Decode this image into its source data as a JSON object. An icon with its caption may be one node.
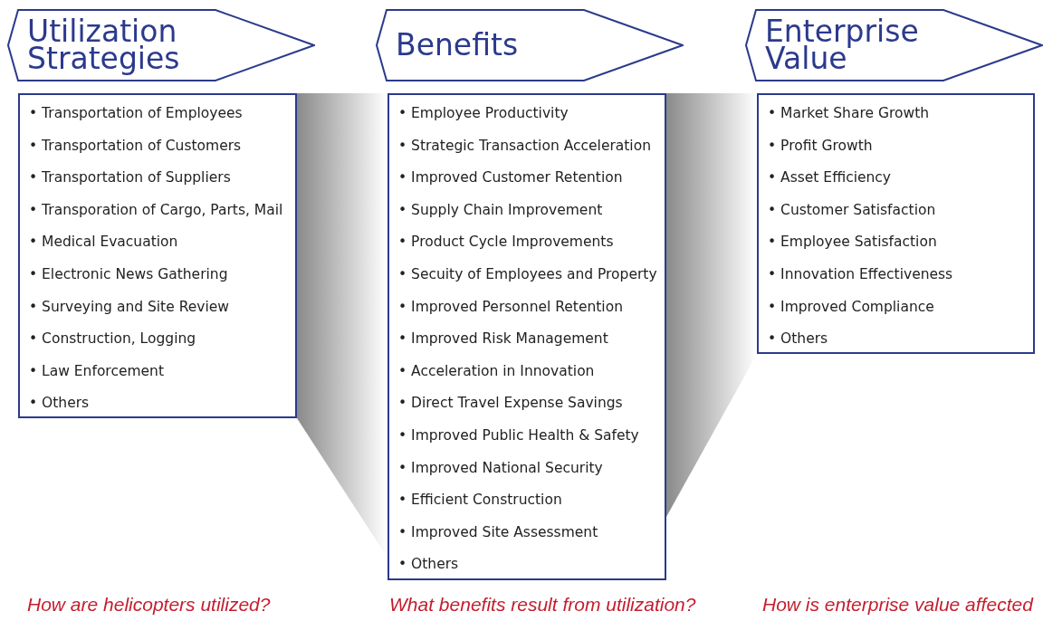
{
  "diagram": {
    "nodes": [
      {
        "text": [
          "Utilization Strategies"
        ]
      },
      {
        "text": [
          "• Transportation of Employees",
          "• Transportation of Customers",
          "• Transportation of Suppliers",
          "• Transporation of Cargo, Parts, Mail",
          "• Medical Evacuation",
          "• Electronic News Gathering",
          "• Surveying and Site Review",
          "• Construction, Logging",
          "• Law Enforcement",
          "• Others"
        ]
      },
      {
        "text": [
          "Benefits"
        ]
      },
      {
        "text": [
          "• Employee Productivity",
          "• Strategic Transaction Acceleration",
          "• Improved Customer Retention",
          "• Supply Chain Improvement",
          "• Product Cycle Improvements",
          "• Secuity of Employees and Property",
          "• Improved Personnel Retention",
          "• Improved Risk Management",
          "• Acceleration in Innovation",
          "• Direct Travel Expense Savings",
          "• Improved Public Health & Safety",
          "• Improved National Security",
          "• Efficient Construction",
          "• Improved Site Assessment",
          "• Others"
        ]
      },
      {
        "text": [
          "Enterprise Value"
        ]
      },
      {
        "text": [
          "• Market Share Growth",
          "• Profit Growth",
          "• Asset Efficiency",
          "• Customer Satisfaction",
          "• Employee Satisfaction",
          "• Innovation Effectiveness",
          "• Improved Compliance",
          "• Others"
        ]
      }
    ],
    "edges": [
      {
        "from": 1,
        "to": 3,
        "arrow": "none",
        "style": "thick"
      },
      {
        "from": 3,
        "to": 5,
        "arrow": "none",
        "style": "thick"
      }
    ],
    "labels": [
      "How are helicopters utilized?",
      "What benefits result from utilization?",
      "How is enterprise value affected"
    ]
  }
}
